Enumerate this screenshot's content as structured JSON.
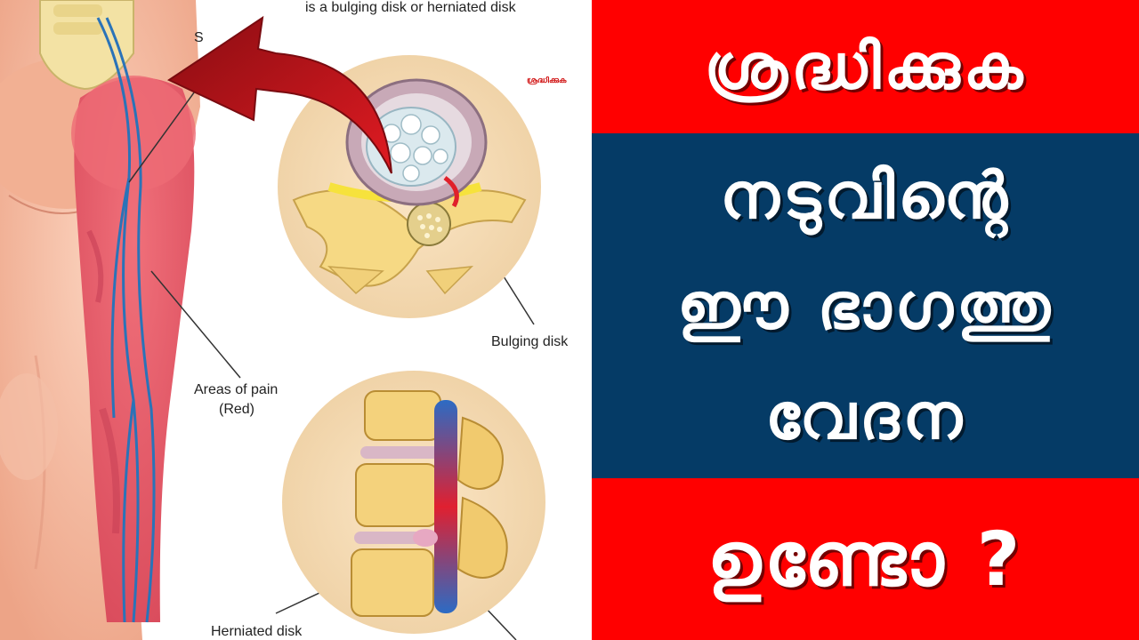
{
  "diagram": {
    "top_caption": "is a bulging disk or herniated disk",
    "partial_caption": "S",
    "watermark": "ശ്രദ്ധിക്കുക",
    "label_bulging": "Bulging disk",
    "label_pain_line1": "Areas of pain",
    "label_pain_line2": "(Red)",
    "label_herniated": "Herniated disk"
  },
  "panel": {
    "line1": "ശ്രദ്ധിക്കുക",
    "line2": "നടുവിന്റെ",
    "line3": "ഈ ഭാഗത്തു",
    "line4": "വേദന",
    "line5": "ഉണ്ടോ ?"
  },
  "colors": {
    "red": "#ff0000",
    "navy": "#053b66",
    "skin": "#f6b9a0",
    "pain": "#e8606a",
    "nerve": "#2a73b8"
  }
}
